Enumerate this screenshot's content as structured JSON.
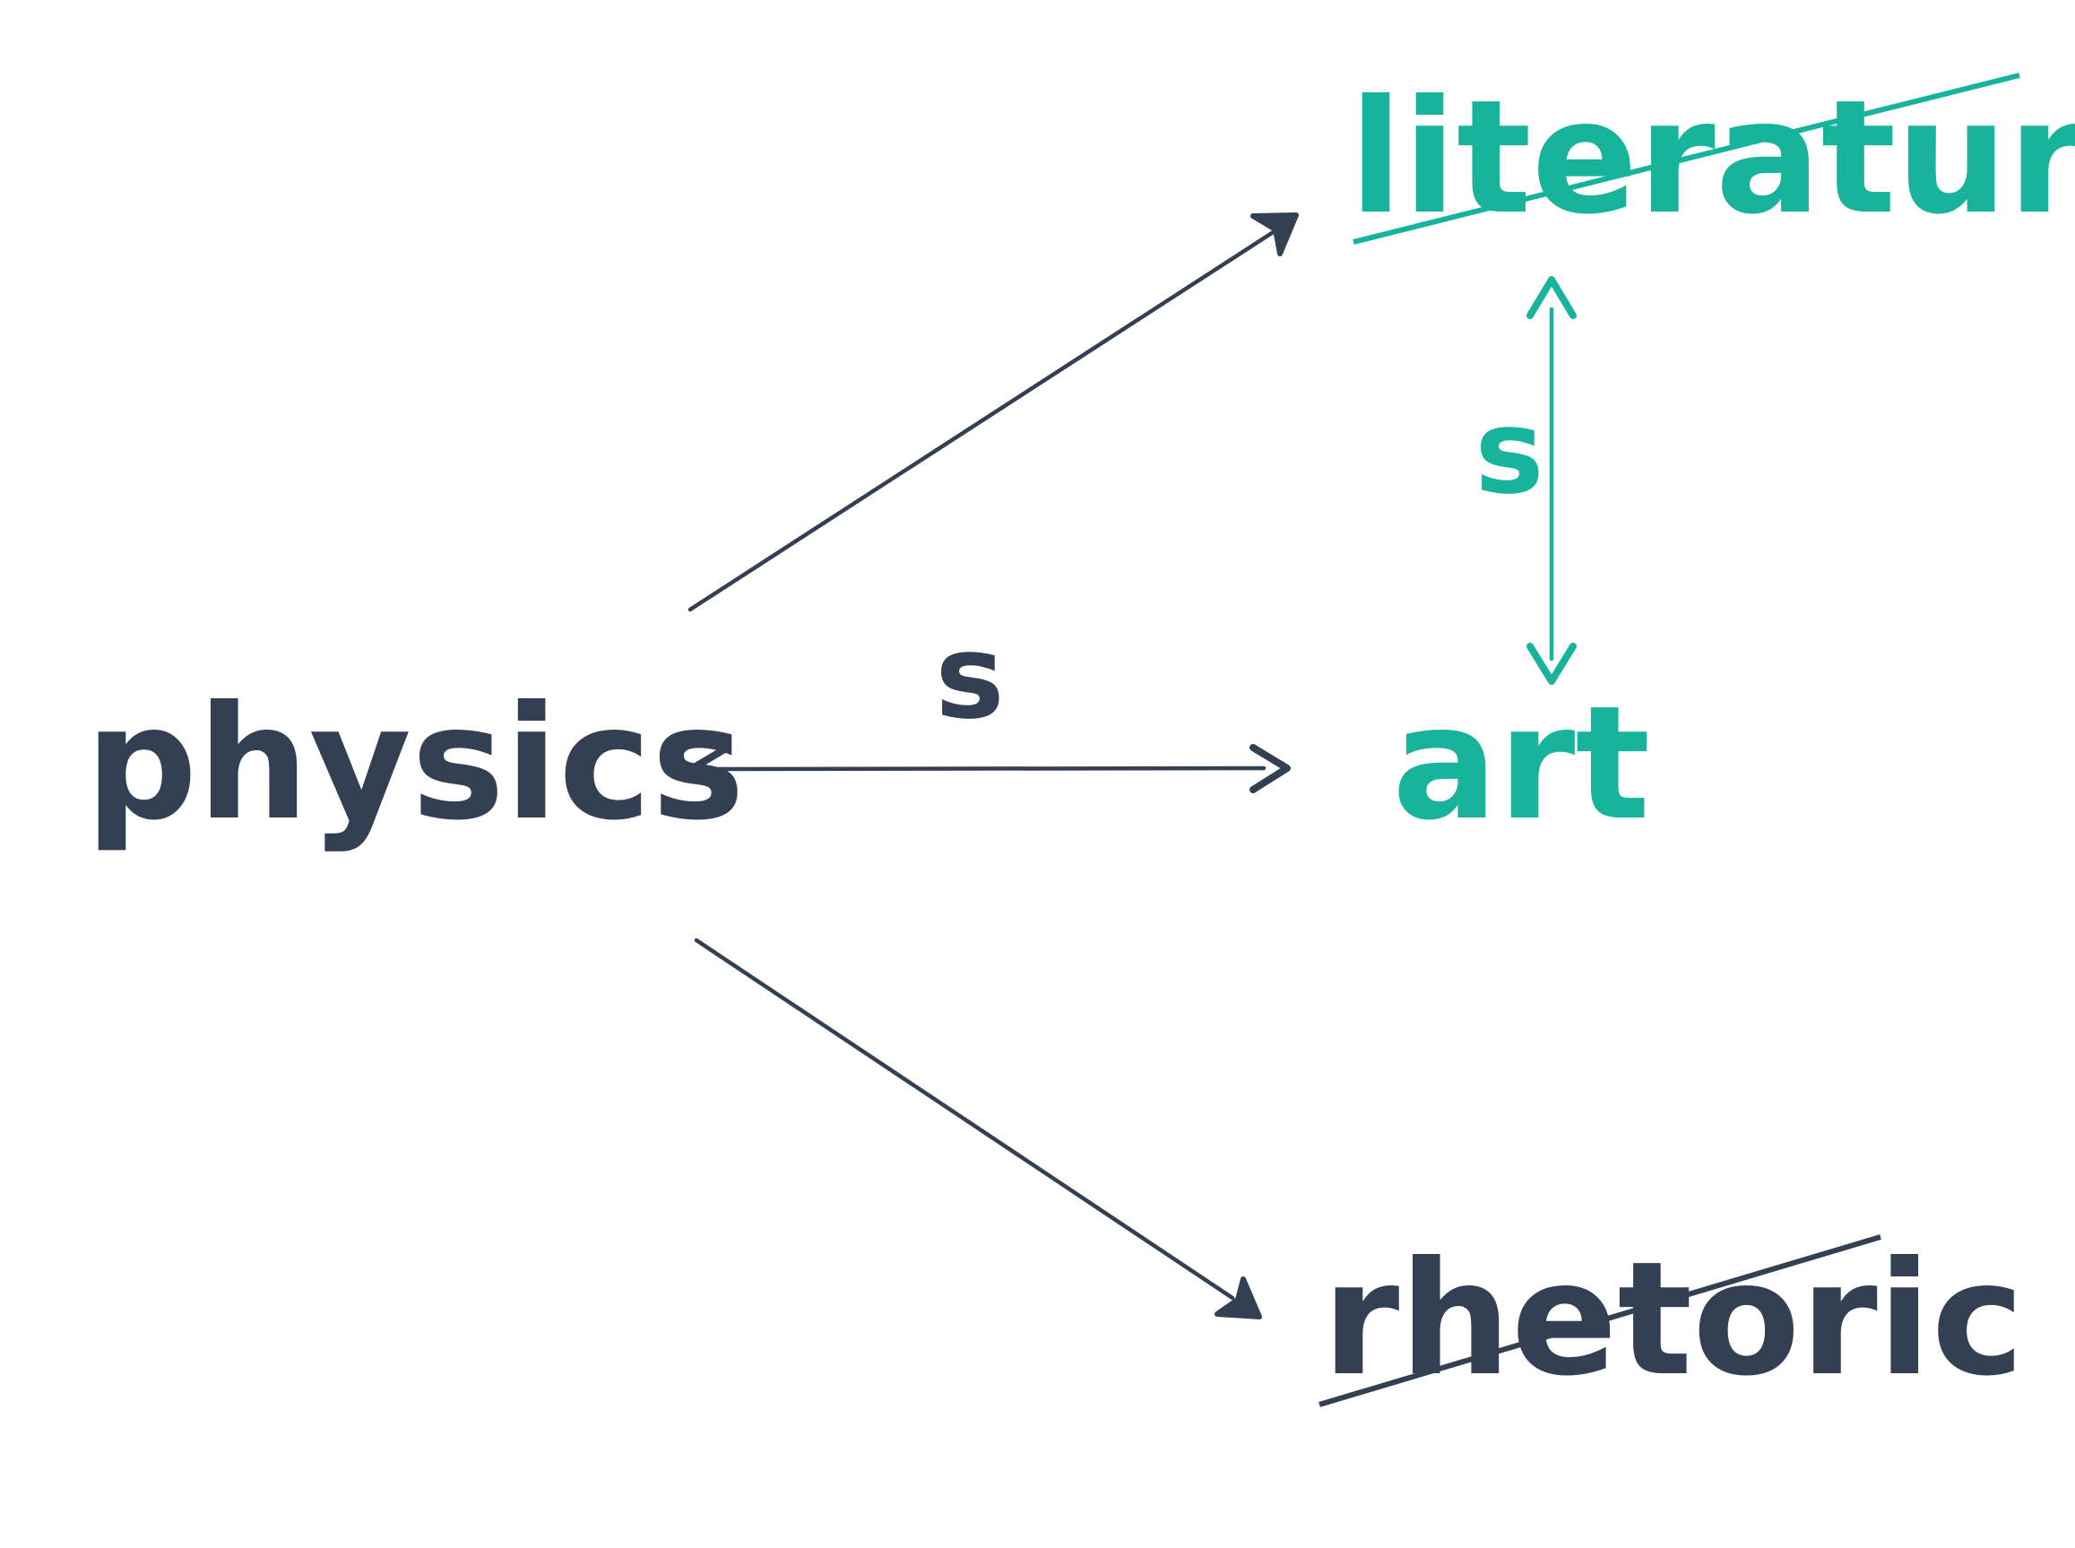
{
  "nodes": {
    "physics": {
      "label": "physics",
      "color": "#333f52"
    },
    "literature": {
      "label": "literature",
      "color": "#17b39a",
      "struck_through": true
    },
    "art": {
      "label": "art",
      "color": "#17b39a"
    },
    "rhetoric": {
      "label": "rhetoric",
      "color": "#333f52",
      "struck_through": true
    }
  },
  "edges": {
    "physics_art": {
      "label": "s",
      "color": "#333f52",
      "direction": "bidirectional"
    },
    "literature_art": {
      "label": "s",
      "color": "#17b39a",
      "direction": "bidirectional"
    },
    "physics_literature": {
      "color": "#333f52",
      "direction": "to-literature"
    },
    "physics_rhetoric": {
      "color": "#333f52",
      "direction": "to-rhetoric"
    }
  }
}
